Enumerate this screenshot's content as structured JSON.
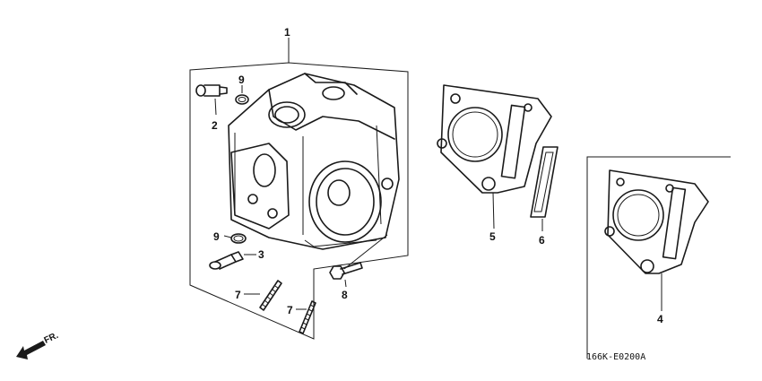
{
  "callouts": [
    "1",
    "2",
    "3",
    "4",
    "5",
    "6",
    "7",
    "7",
    "8",
    "9",
    "9"
  ],
  "drawing_code": "166K-E0200A",
  "direction_label": "FR.",
  "colors": {
    "ink": "#1a1a1a",
    "background": "#ffffff"
  }
}
